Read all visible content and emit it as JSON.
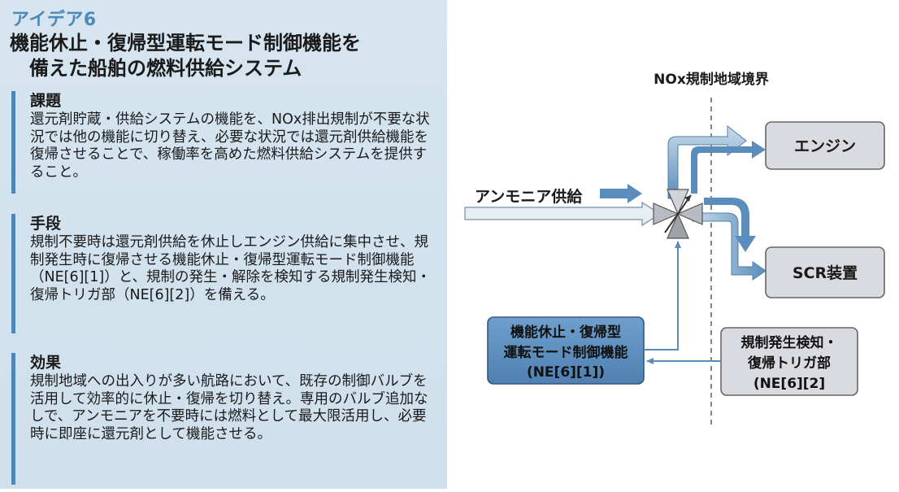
{
  "panel": {
    "idea_label": "アイデア6",
    "title_line1": "機能休止・復帰型運転モード制御機能を",
    "title_line2": "備えた船舶の燃料供給システム"
  },
  "sections": {
    "problem": {
      "heading": "課題",
      "body": "還元剤貯蔵・供給システムの機能を、NOx排出規制が不要な状況では他の機能に切り替え、必要な状況では還元剤供給機能を復帰させることで、稼働率を高めた燃料供給システムを提供すること。"
    },
    "means": {
      "heading": "手段",
      "body": "規制不要時は還元剤供給を休止しエンジン供給に集中させ、規制発生時に復帰させる機能休止・復帰型運転モード制御機能（NE[6][1]）と、規制の発生・解除を検知する規制発生検知・復帰トリガ部（NE[6][2]）を備える。"
    },
    "effect": {
      "heading": "効果",
      "body": "規制地域への出入りが多い航路において、既存の制御バルブを活用して効率的に休止・復帰を切り替え。専用のバルブ追加なしで、アンモニアを不要時には燃料として最大限活用し、必要時に即座に還元剤として機能させる。"
    }
  },
  "diagram": {
    "boundary_label": "NOx規制地域境界",
    "supply_label": "アンモニア供給",
    "engine_label": "エンジン",
    "scr_label": "SCR装置",
    "control_box": {
      "line1": "機能休止・復帰型",
      "line2": "運転モード制御機能",
      "line3": "(NE[6][1])"
    },
    "trigger_box": {
      "line1": "規制発生検知・",
      "line2": "復帰トリガ部",
      "line3": "(NE[6][2]"
    },
    "colors": {
      "panel_bg": "#d3e3ee",
      "accent_blue": "#4e86b6",
      "control_box_fill": "#5b8fc0",
      "gray_box_fill": "#d9dbe0",
      "boundary_line": "#666666"
    }
  }
}
